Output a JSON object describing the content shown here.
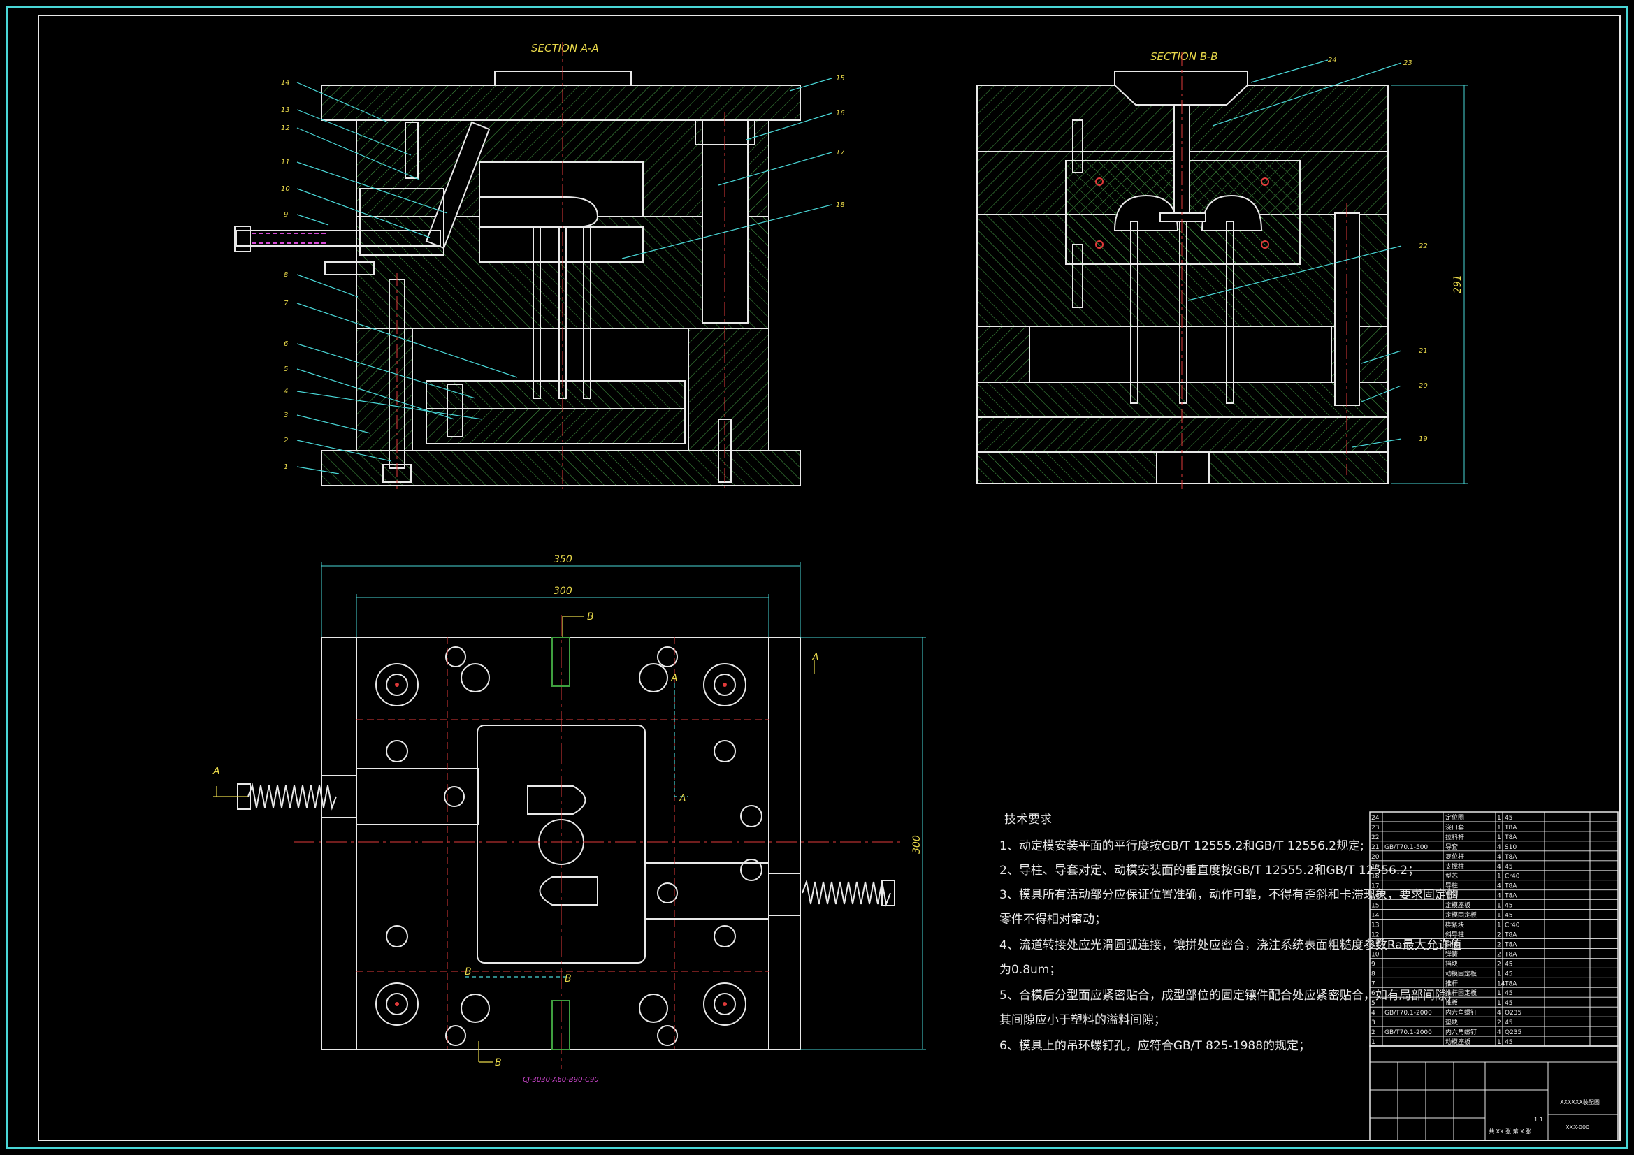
{
  "views": {
    "section_aa": {
      "title": "SECTION A-A"
    },
    "section_bb": {
      "title": "SECTION B-B"
    },
    "plan": {
      "dim_outer_width": "350",
      "dim_inner_width": "300",
      "dim_height": "300",
      "cut_label_a": "A",
      "cut_label_b": "B",
      "note": "CJ-3030-A60-B90-C90"
    }
  },
  "callouts_aa": [
    "14",
    "13",
    "12",
    "11",
    "10",
    "9",
    "8",
    "7",
    "6",
    "5",
    "4",
    "3",
    "2",
    "1",
    "15",
    "16",
    "17",
    "18"
  ],
  "callouts_bb": [
    "24",
    "23",
    "22",
    "21",
    "20",
    "19"
  ],
  "dim_bb_height": "291",
  "requirements": {
    "heading": "技术要求",
    "items": [
      "1、动定模安装平面的平行度按GB/T 12555.2和GB/T 12556.2规定;",
      "2、导柱、导套对定、动模安装面的垂直度按GB/T 12555.2和GB/T 12556.2；",
      "3、模具所有活动部分应保证位置准确，动作可靠，不得有歪斜和卡滞现象，要求固定的",
      "   零件不得相对窜动；",
      "4、流道转接处应光滑圆弧连接，镶拼处应密合，浇注系统表面粗糙度参数Ra最大允许值",
      "   为0.8um；",
      "5、合模后分型面应紧密贴合，成型部位的固定镶件配合处应紧密贴合，如有局部间隙，",
      "   其间隙应小于塑料的溢料间隙；",
      "6、模具上的吊环螺钉孔，应符合GB/T 825-1988的规定；"
    ]
  },
  "bom": [
    {
      "no": "24",
      "std": "",
      "name": "定位圈",
      "qty": "1",
      "mat": "45"
    },
    {
      "no": "23",
      "std": "",
      "name": "浇口套",
      "qty": "1",
      "mat": "T8A"
    },
    {
      "no": "22",
      "std": "",
      "name": "拉料杆",
      "qty": "1",
      "mat": "T8A"
    },
    {
      "no": "21",
      "std": "GB/T70.1-500",
      "name": "导套",
      "qty": "4",
      "mat": "S10"
    },
    {
      "no": "20",
      "std": "",
      "name": "复位杆",
      "qty": "4",
      "mat": "T8A"
    },
    {
      "no": "19",
      "std": "",
      "name": "支撑柱",
      "qty": "4",
      "mat": "45"
    },
    {
      "no": "18",
      "std": "",
      "name": "型芯",
      "qty": "1",
      "mat": "Cr40"
    },
    {
      "no": "17",
      "std": "",
      "name": "导柱",
      "qty": "4",
      "mat": "T8A"
    },
    {
      "no": "16",
      "std": "",
      "name": "导套",
      "qty": "4",
      "mat": "T8A"
    },
    {
      "no": "15",
      "std": "",
      "name": "定模座板",
      "qty": "1",
      "mat": "45"
    },
    {
      "no": "14",
      "std": "",
      "name": "定模固定板",
      "qty": "1",
      "mat": "45"
    },
    {
      "no": "13",
      "std": "",
      "name": "楔紧块",
      "qty": "1",
      "mat": "Cr40"
    },
    {
      "no": "12",
      "std": "",
      "name": "斜导柱",
      "qty": "2",
      "mat": "T8A"
    },
    {
      "no": "11",
      "std": "",
      "name": "滑块",
      "qty": "2",
      "mat": "T8A"
    },
    {
      "no": "10",
      "std": "",
      "name": "弹簧",
      "qty": "2",
      "mat": "T8A"
    },
    {
      "no": "9",
      "std": "",
      "name": "挡块",
      "qty": "2",
      "mat": "45"
    },
    {
      "no": "8",
      "std": "",
      "name": "动模固定板",
      "qty": "1",
      "mat": "45"
    },
    {
      "no": "7",
      "std": "",
      "name": "推杆",
      "qty": "14",
      "mat": "T8A"
    },
    {
      "no": "6",
      "std": "",
      "name": "推杆固定板",
      "qty": "1",
      "mat": "45"
    },
    {
      "no": "5",
      "std": "",
      "name": "推板",
      "qty": "1",
      "mat": "45"
    },
    {
      "no": "4",
      "std": "GB/T70.1-2000",
      "name": "内六角螺钉",
      "qty": "4",
      "mat": "Q235"
    },
    {
      "no": "3",
      "std": "",
      "name": "垫块",
      "qty": "2",
      "mat": "45"
    },
    {
      "no": "2",
      "std": "GB/T70.1-2000",
      "name": "内六角螺钉",
      "qty": "4",
      "mat": "Q235"
    },
    {
      "no": "1",
      "std": "",
      "name": "动模座板",
      "qty": "1",
      "mat": "45"
    }
  ],
  "title_block": {
    "drawing_name": "XXXXXX装配图",
    "drawing_no": "XXX-000",
    "sheet": "共 XX 张  第 X 张",
    "scale": "1:1"
  },
  "colors": {
    "background": "#000000",
    "outline": "#e8e8e8",
    "hatch": "#4a9a4a",
    "center": "#e03a3a",
    "label": "#e8d84a",
    "leader": "#49d6d6",
    "note": "#d64ad6"
  }
}
